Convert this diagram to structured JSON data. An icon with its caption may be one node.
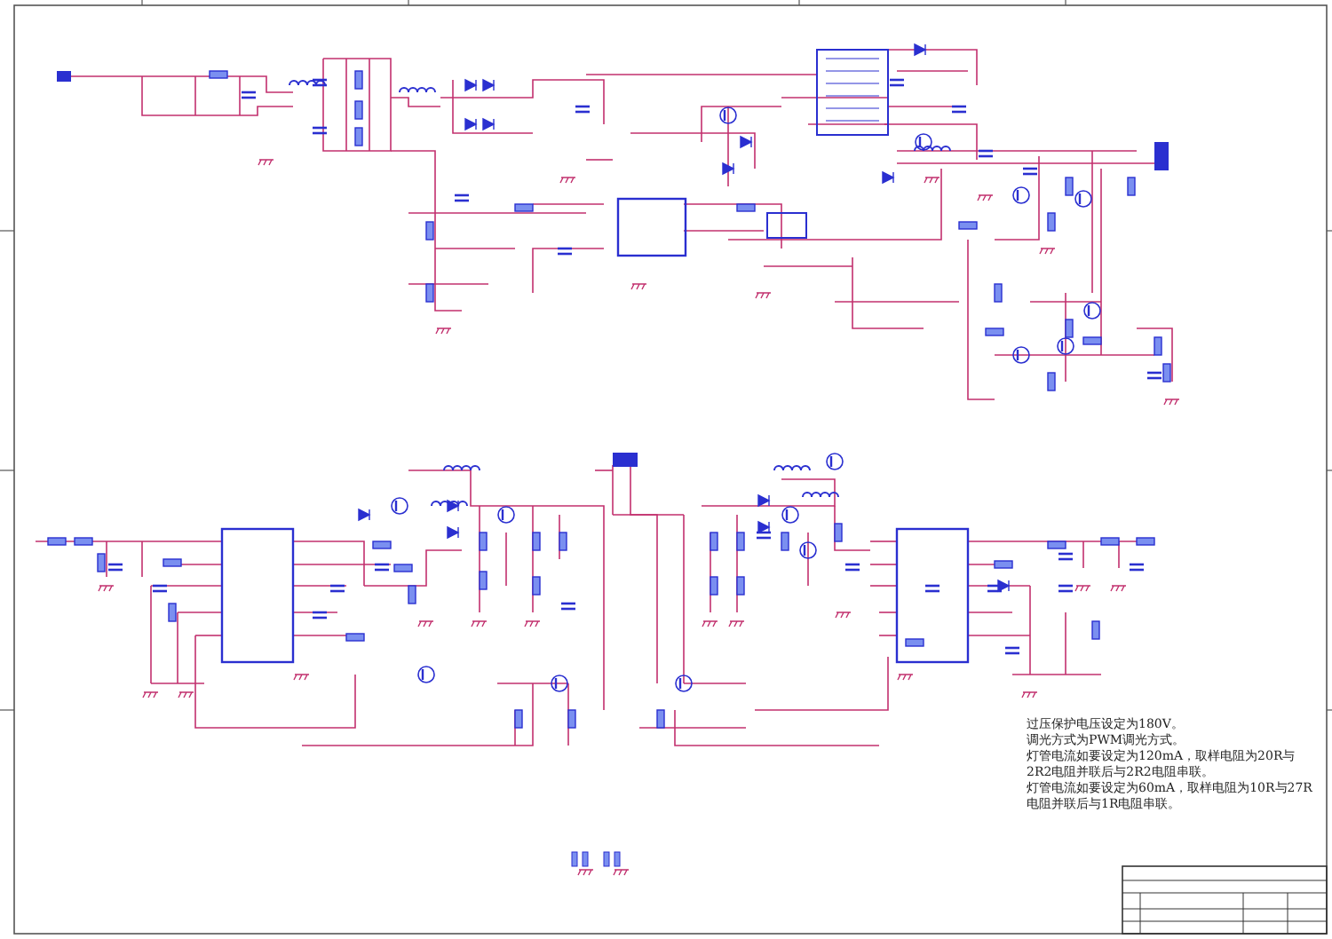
{
  "diagram": {
    "labels": [
      "过压保护电压设定为180V。",
      "调光方式为PWM调光方式。",
      "灯管电流如要设定为120mA，取样电阻为20R与2R2电阻并联后与2R2电阻串联。",
      "灯管电流如要设定为60mA，取样电阻为10R与27R电阻并联后与1R电阻串联。"
    ]
  }
}
